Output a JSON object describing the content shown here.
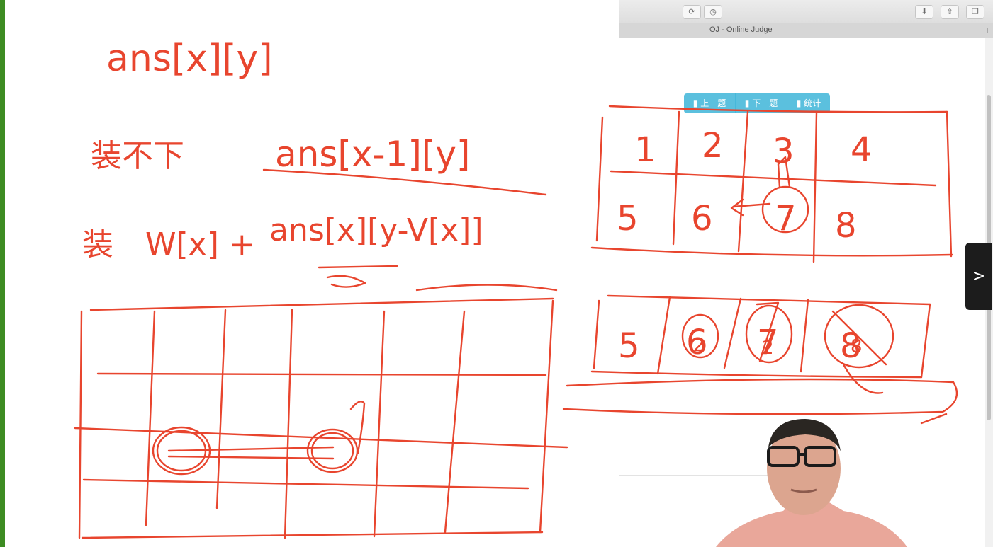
{
  "browser": {
    "tab_title": "OJ - Online Judge",
    "toolbar_icons": [
      "reload-icon",
      "history-icon",
      "download-icon",
      "share-icon",
      "tabs-icon"
    ],
    "new_tab_label": "+"
  },
  "page": {
    "buttons": [
      {
        "label": "上一题",
        "icon": "bar-chart-icon"
      },
      {
        "label": "下一题",
        "icon": "bar-chart-icon"
      },
      {
        "label": "统计",
        "icon": "bar-chart-icon"
      }
    ]
  },
  "whiteboard": {
    "ink_color": "#e8452e",
    "formula_top": "ans[x][y]",
    "case_no_label": "装不下",
    "case_no_expr": "ans[x-1][y]",
    "case_yes_label": "装",
    "case_yes_expr_a": "W[x] +",
    "case_yes_expr_b": "ans[x][y-V[x]]",
    "grid_top": [
      "1",
      "2",
      "3",
      "4"
    ],
    "grid_bottom": [
      "5",
      "6",
      "7",
      "8"
    ],
    "row_strip": [
      "5",
      "6",
      "7",
      "8"
    ],
    "row_strip_circled": [
      "2",
      "2",
      "8"
    ]
  },
  "next_arrow": ">",
  "colors": {
    "accent_button": "#5bc0de",
    "left_border": "#3d8c22"
  }
}
